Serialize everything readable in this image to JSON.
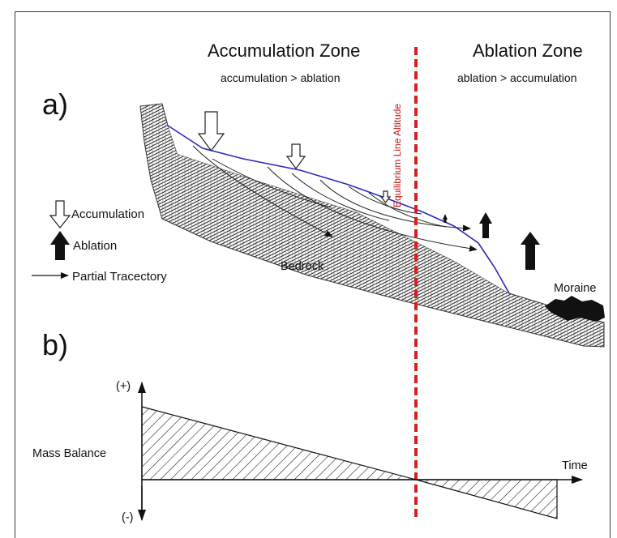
{
  "panel_a": {
    "letter": "a)",
    "accumulation_zone": {
      "title": "Accumulation Zone",
      "subtitle": "accumulation > ablation"
    },
    "ablation_zone": {
      "title": "Ablation Zone",
      "subtitle": "ablation > accumulation"
    },
    "ela_label": "Equilibrium Line Altitude",
    "bedrock_label": "Bedrock",
    "moraine_label": "Moraine",
    "legend": {
      "accumulation": "Accumulation",
      "ablation": "Ablation",
      "trajectory": "Partial Tracectory"
    }
  },
  "panel_b": {
    "letter": "b)",
    "y_label": "Mass Balance",
    "y_top": "(+)",
    "y_bottom": "(-)",
    "x_label": "Time"
  },
  "colors": {
    "ela_line": "#d42020",
    "ela_text": "#c01818",
    "glacier_surface": "#2a2ab8",
    "ink": "#111111"
  }
}
